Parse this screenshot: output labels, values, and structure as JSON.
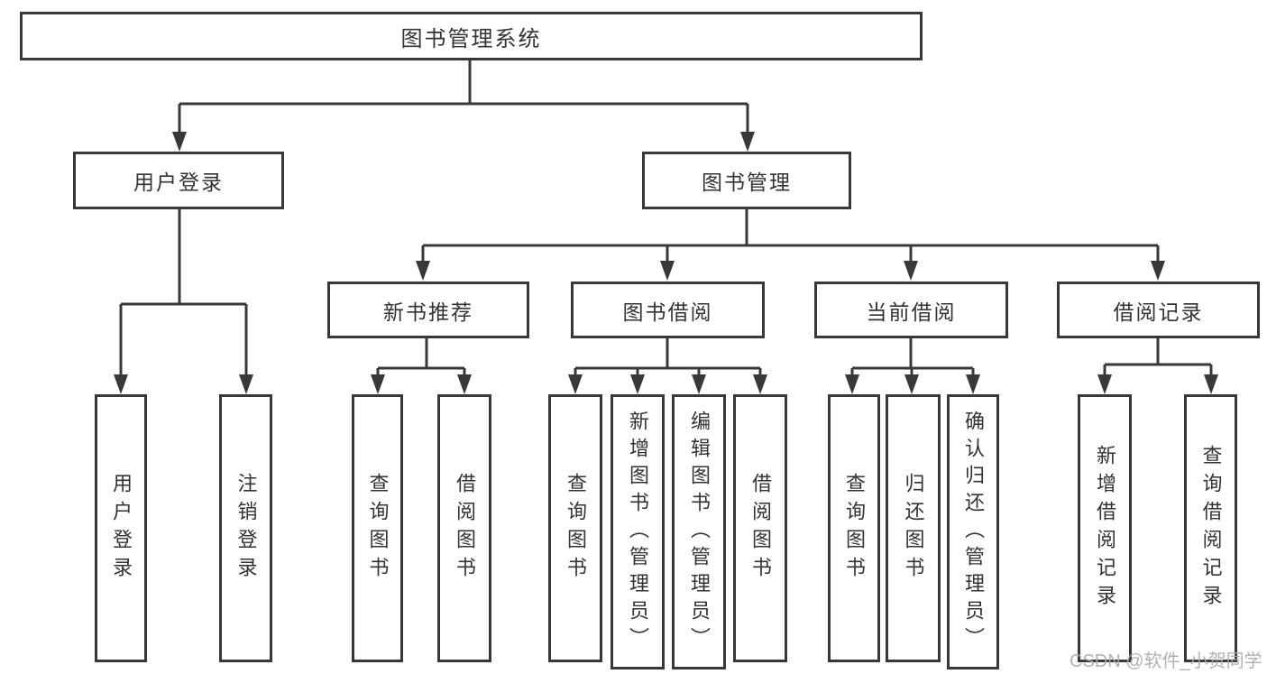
{
  "diagram": {
    "root": {
      "label": "图书管理系统",
      "children": [
        {
          "label": "用户登录",
          "children": [
            {
              "label": "用户登录"
            },
            {
              "label": "注销登录"
            }
          ]
        },
        {
          "label": "图书管理",
          "children": [
            {
              "label": "新书推荐",
              "children": [
                {
                  "label": "查询图书"
                },
                {
                  "label": "借阅图书"
                }
              ]
            },
            {
              "label": "图书借阅",
              "children": [
                {
                  "label": "查询图书"
                },
                {
                  "label": "新增图书（管理员）"
                },
                {
                  "label": "编辑图书（管理员）"
                },
                {
                  "label": "借阅图书"
                }
              ]
            },
            {
              "label": "当前借阅",
              "children": [
                {
                  "label": "查询图书"
                },
                {
                  "label": "归还图书"
                },
                {
                  "label": "确认归还（管理员）"
                }
              ]
            },
            {
              "label": "借阅记录",
              "children": [
                {
                  "label": "新增借阅记录"
                },
                {
                  "label": "查询借阅记录"
                }
              ]
            }
          ]
        }
      ]
    },
    "colors": {
      "line": "#383838",
      "text": "#333333",
      "background": "#ffffff",
      "watermark": "#a9a9a9"
    }
  },
  "watermark": {
    "text": "CSDN @软件_小贺同学"
  }
}
